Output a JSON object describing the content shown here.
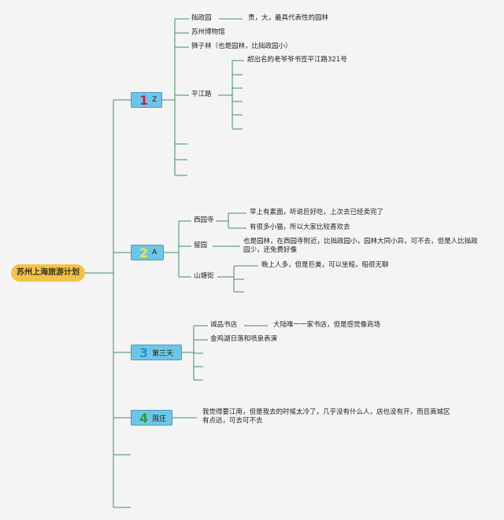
{
  "root": {
    "label": "苏州上海旅游计划"
  },
  "days": [
    {
      "number": "1",
      "label": "Z",
      "number_color": "#c0264e"
    },
    {
      "number": "2",
      "label": "A",
      "number_color": "#f0e34a"
    },
    {
      "number": "3",
      "label": "第三天",
      "number_color": "#2a8fd6"
    },
    {
      "number": "4",
      "label": "周庄",
      "number_color": "#2d9b3e"
    }
  ],
  "day1": {
    "zhuozheng": "拙政园",
    "zhuozheng_note": "贵，大，最具代表性的园林",
    "museum": "苏州博物馆",
    "shizilin": "狮子林（也是园林，比拙政园小）",
    "pingjiang": "平江路",
    "pingjiang_note": "超出名的老爷爷书签平江路321号"
  },
  "day2": {
    "xiyuan": "西园寺",
    "xiyuan_note1": "早上有素面，听说巨好吃，上次去已经卖完了",
    "xiyuan_note2": "有很多小猫，所以大家比较喜欢去",
    "liuyuan": "留园",
    "liuyuan_note": "也是园林，在西园寺附近，比拙政园小，园林大同小异，可不去，但是人比拙政园少，还免费好像",
    "shantang": "山塘街",
    "shantang_note": "晚上人多，但是巨美，可以坐船，船很无聊"
  },
  "day3": {
    "eslite": "诚品书店",
    "eslite_note": "大陆唯一一家书店，但是感觉像商场",
    "jinji": "金鸡湖日落和喷泉表演"
  },
  "day4": {
    "note": "我觉得要江南，但是我去的时候太冷了，几乎没有什么人，店也没有开，而且离城区有点远，可去可不去"
  },
  "colors": {
    "line": "#3f8c6d",
    "day_box": "#6ec6e6",
    "root_box": "#f2c24a"
  }
}
